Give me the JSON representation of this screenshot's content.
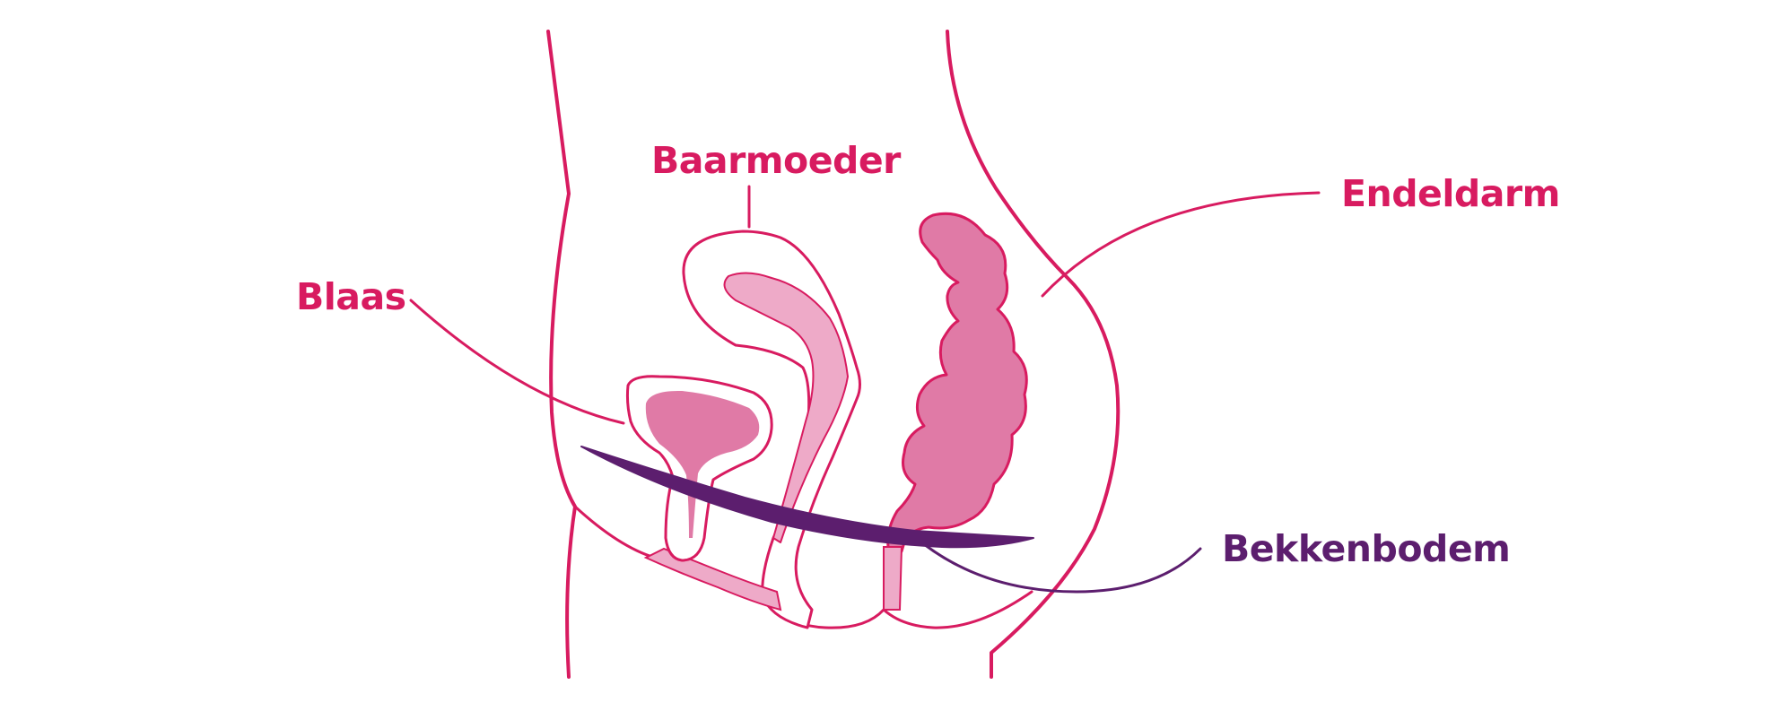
{
  "labels": {
    "baarmoeder": "Baarmoeder",
    "blaas": "Blaas",
    "endeldarm": "Endeldarm",
    "bekkenbodem": "Bekkenbodem"
  },
  "colors": {
    "outline": "#d81b60",
    "organ_fill": "#e07aa6",
    "organ_light": "#eeaac8",
    "pelvic_floor": "#5c1e6e",
    "background": "#ffffff"
  }
}
